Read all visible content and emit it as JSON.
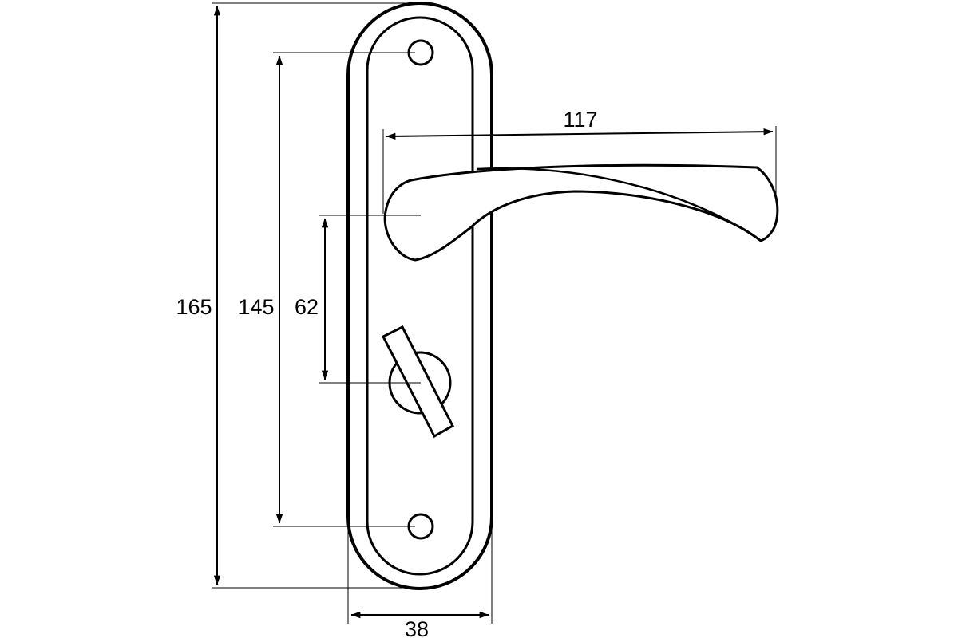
{
  "dimensions": {
    "total_height": "165",
    "hole_spacing": "145",
    "handle_to_turn": "62",
    "lever_length": "117",
    "plate_width": "38"
  },
  "colors": {
    "stroke": "#000000",
    "background": "#ffffff"
  }
}
